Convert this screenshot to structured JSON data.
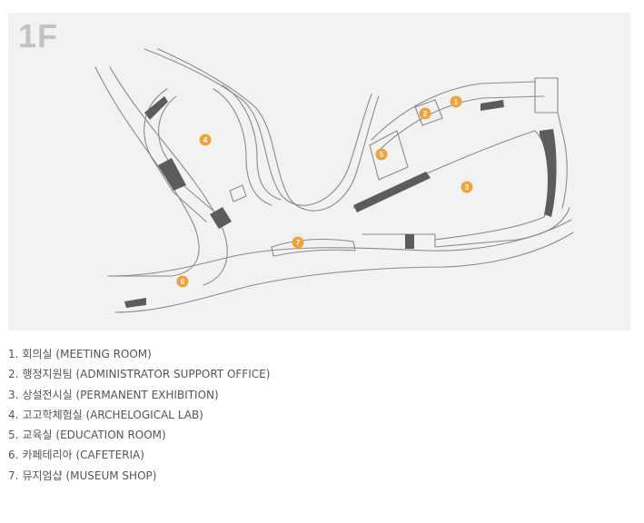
{
  "floor": "1F",
  "colors": {
    "marker": "#f0a23c",
    "panel_bg": "#f3f2f2",
    "wall": "#8a8a8a",
    "wall_fill": "#5c5c5c"
  },
  "markers": [
    {
      "id": "1",
      "label": "1"
    },
    {
      "id": "2",
      "label": "2"
    },
    {
      "id": "3",
      "label": "3"
    },
    {
      "id": "4",
      "label": "4"
    },
    {
      "id": "5",
      "label": "5"
    },
    {
      "id": "6",
      "label": "6"
    },
    {
      "id": "7",
      "label": "7"
    }
  ],
  "legend": [
    {
      "num": "1.",
      "ko": "회의실",
      "en": "(MEETING ROOM)"
    },
    {
      "num": "2.",
      "ko": "행정지원팀",
      "en": "(ADMINISTRATOR SUPPORT OFFICE)"
    },
    {
      "num": "3.",
      "ko": "상설전시실",
      "en": "(PERMANENT EXHIBITION)"
    },
    {
      "num": "4.",
      "ko": "고고학체험실",
      "en": "(ARCHELOGICAL LAB)"
    },
    {
      "num": "5.",
      "ko": "교육실",
      "en": "(EDUCATION ROOM)"
    },
    {
      "num": "6.",
      "ko": "카페테리아",
      "en": "(CAFETERIA)"
    },
    {
      "num": "7.",
      "ko": "뮤지엄샵",
      "en": "(MUSEUM SHOP)"
    }
  ]
}
